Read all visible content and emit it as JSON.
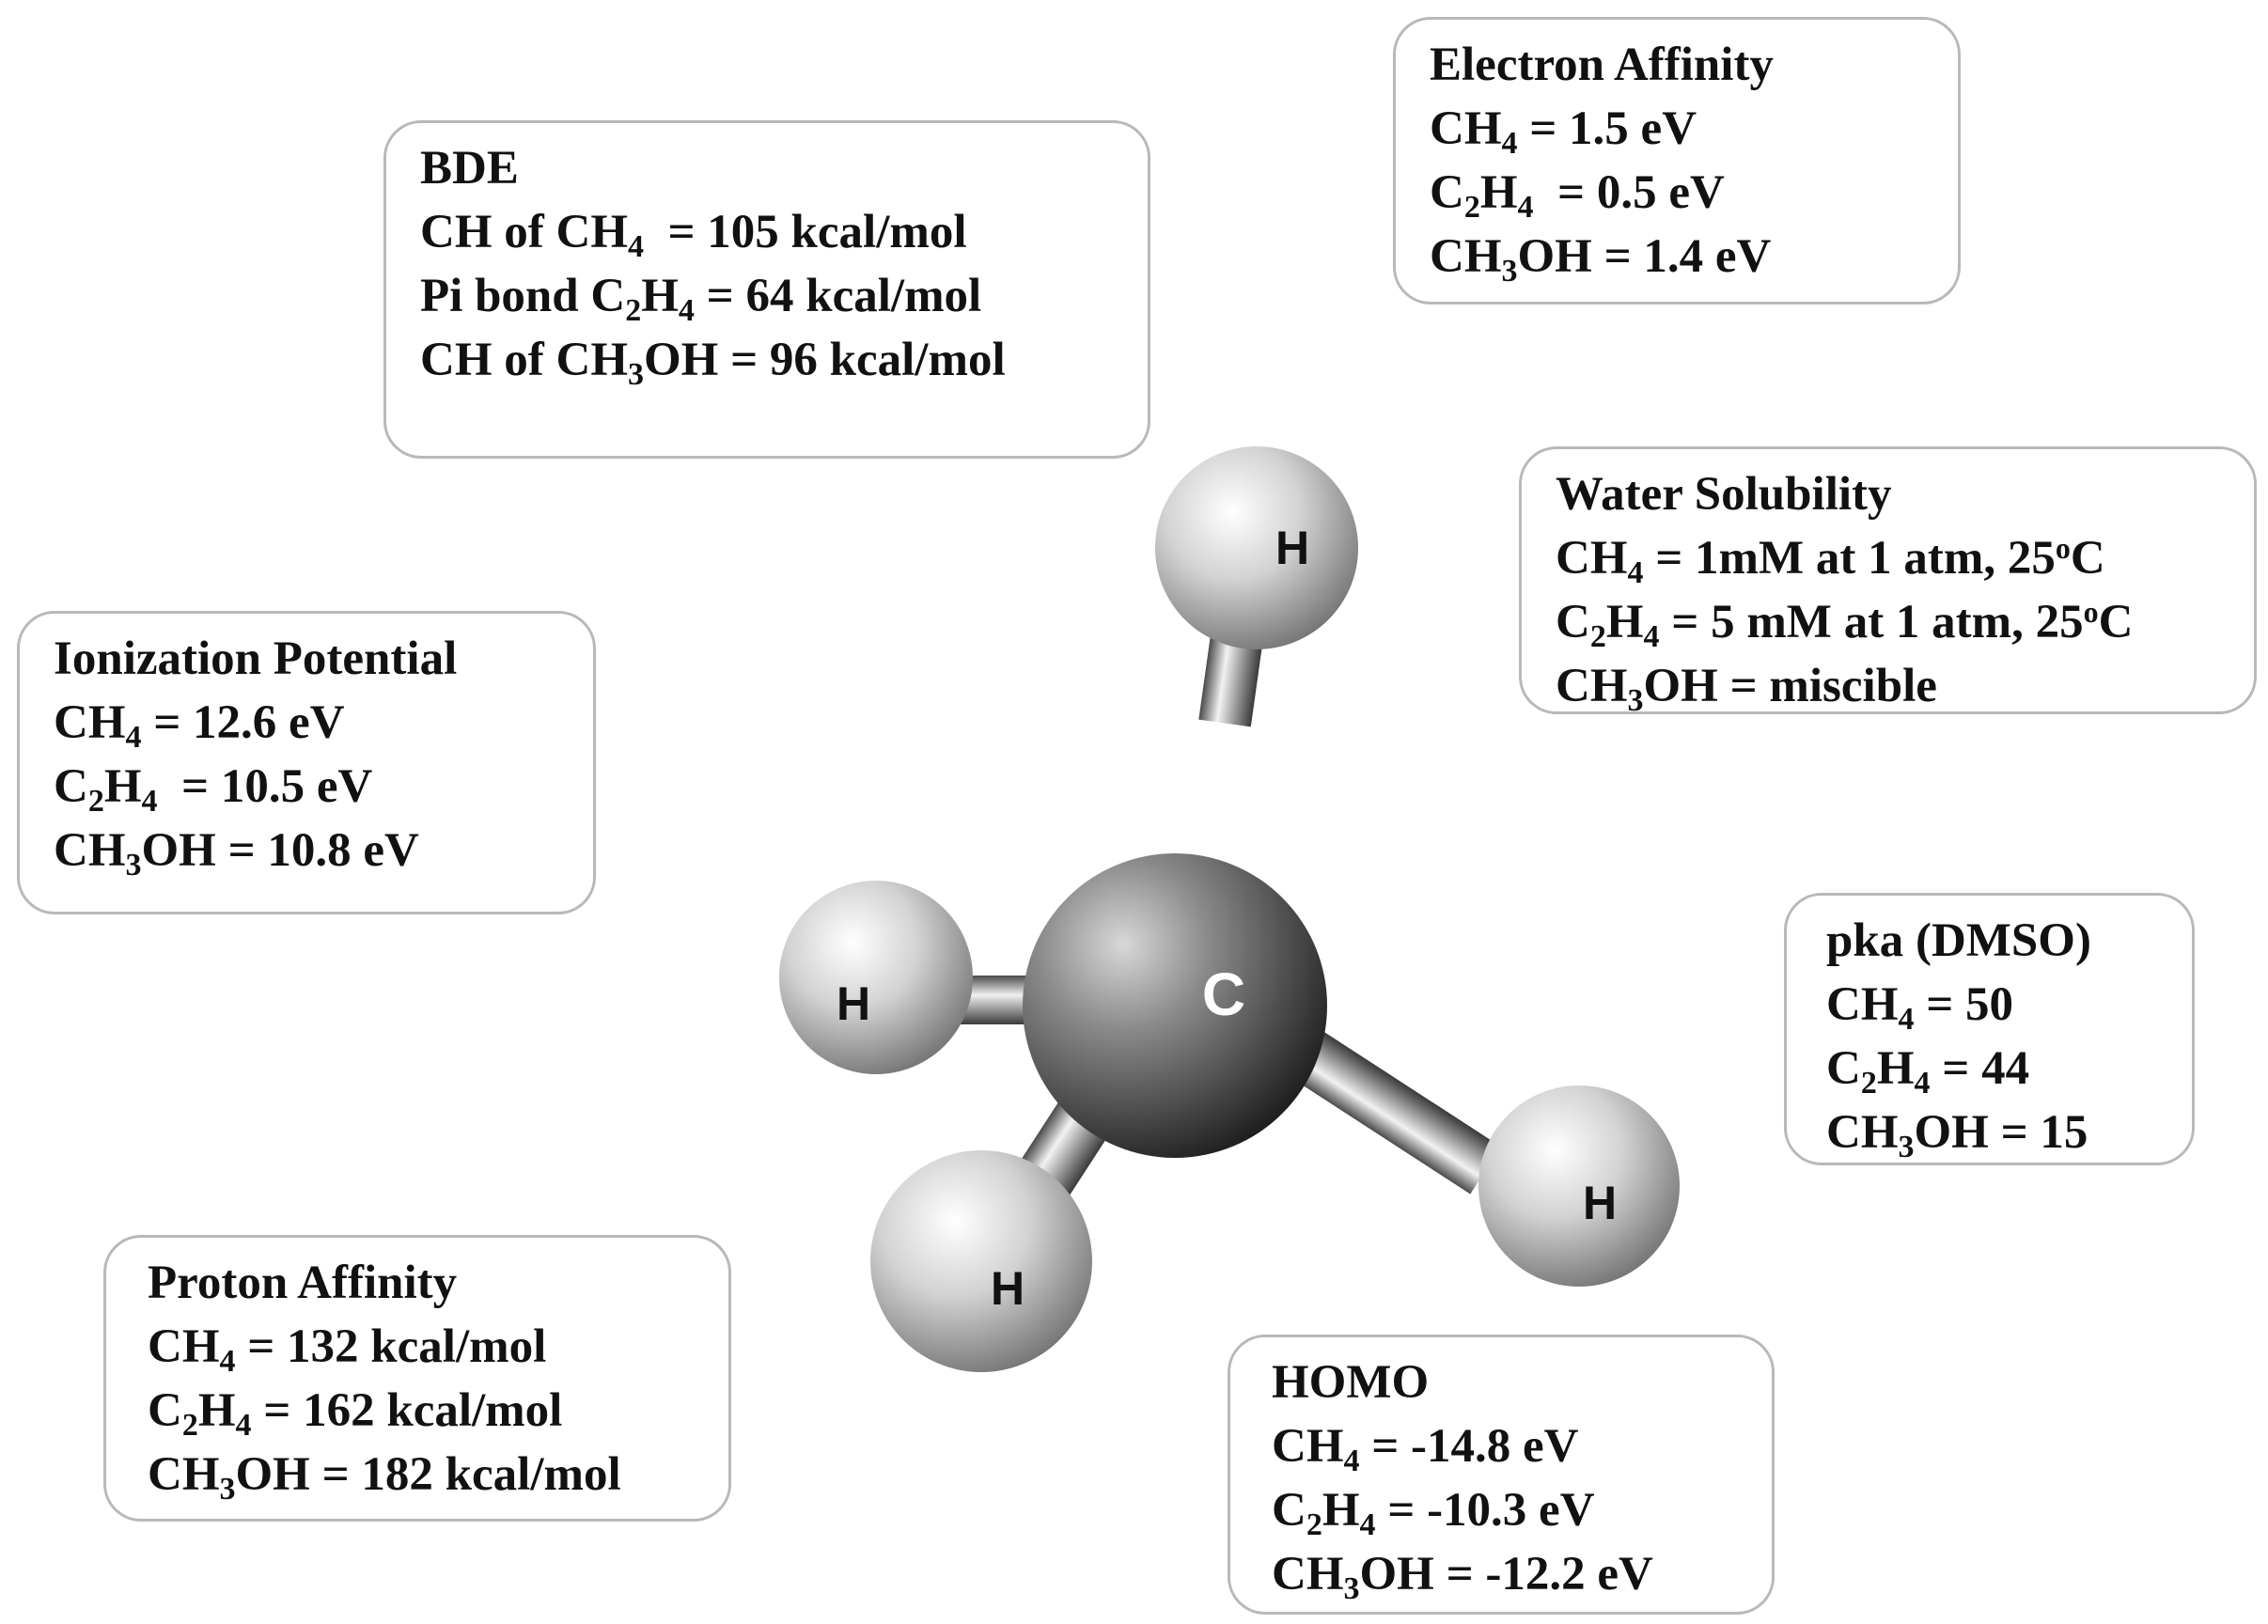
{
  "title": "",
  "molecule": {
    "center_atom": "C",
    "h_label": "H"
  },
  "boxes": {
    "bde": {
      "title": "BDE",
      "ch4": {
        "pre": "CH of CH",
        "s1": "4",
        "post": "  = 105 kcal/mol"
      },
      "c2h4": {
        "a": "Pi bond C",
        "s1": "2",
        "b": "H",
        "s2": "4",
        "c": " = 64 kcal/mol"
      },
      "ch3oh": {
        "a": "CH of CH",
        "s1": "3",
        "b": "OH = 96 kcal/mol"
      }
    },
    "electron_affinity": {
      "title": "Electron Affinity",
      "ch4": {
        "a": "CH",
        "s1": "4",
        "b": " = 1.5 eV"
      },
      "c2h4": {
        "a": "C",
        "s1": "2",
        "b": "H",
        "s2": "4",
        "c": "  = 0.5 eV"
      },
      "ch3oh": {
        "a": "CH",
        "s1": "3",
        "b": "OH = 1.4 eV"
      }
    },
    "water_solubility": {
      "title": "Water Solubility",
      "ch4": {
        "a": "CH",
        "s1": "4",
        "b": " = 1mM at 1 atm, 25",
        "sup": "o",
        "c": "C"
      },
      "c2h4": {
        "a": "C",
        "s1": "2",
        "b": "H",
        "s2": "4",
        "c": " = 5 mM at 1 atm, 25",
        "sup": "o",
        "d": "C"
      },
      "ch3oh": {
        "a": "CH",
        "s1": "3",
        "b": "OH = miscible"
      }
    },
    "ionization_potential": {
      "title": "Ionization Potential",
      "ch4": {
        "a": "CH",
        "s1": "4",
        "b": " = 12.6 eV"
      },
      "c2h4": {
        "a": "C",
        "s1": "2",
        "b": "H",
        "s2": "4",
        "c": "  = 10.5 eV"
      },
      "ch3oh": {
        "a": "CH",
        "s1": "3",
        "b": "OH = 10.8 eV"
      }
    },
    "pka": {
      "title": "pka (DMSO)",
      "ch4": {
        "a": "CH",
        "s1": "4",
        "b": " = 50"
      },
      "c2h4": {
        "a": "C",
        "s1": "2",
        "b": "H",
        "s2": "4",
        "c": " = 44"
      },
      "ch3oh": {
        "a": "CH",
        "s1": "3",
        "b": "OH = 15"
      }
    },
    "proton_affinity": {
      "title": "Proton Affinity",
      "ch4": {
        "a": "CH",
        "s1": "4",
        "b": " = 132 kcal/mol"
      },
      "c2h4": {
        "a": "C",
        "s1": "2",
        "b": "H",
        "s2": "4",
        "c": " = 162 kcal/mol"
      },
      "ch3oh": {
        "a": "CH",
        "s1": "3",
        "b": "OH = 182 kcal/mol"
      }
    },
    "homo": {
      "title": "HOMO",
      "ch4": {
        "a": "CH",
        "s1": "4",
        "b": " = -14.8 eV"
      },
      "c2h4": {
        "a": "C",
        "s1": "2",
        "b": "H",
        "s2": "4",
        "c": " = -10.3 eV"
      },
      "ch3oh": {
        "a": "CH",
        "s1": "3",
        "b": "OH = -12.2 eV"
      }
    }
  }
}
